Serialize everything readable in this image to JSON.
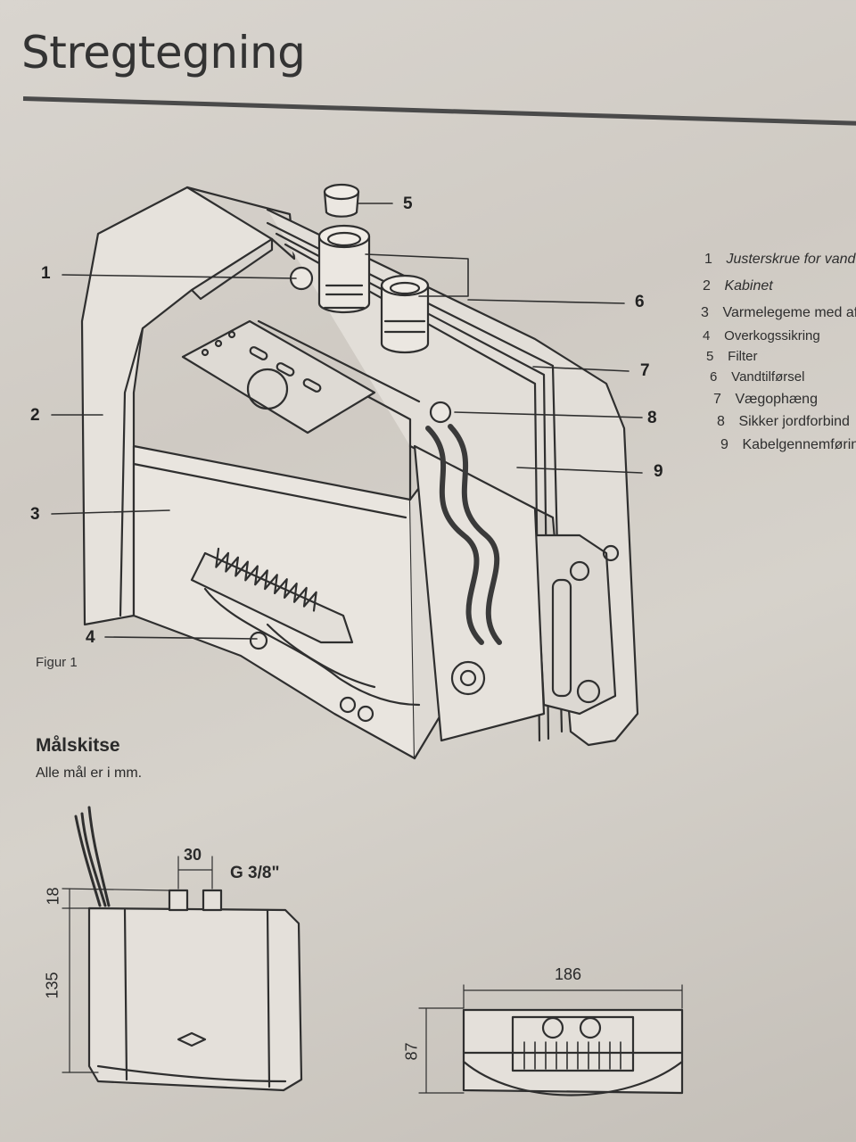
{
  "page": {
    "title": "Stregtegning",
    "figure_caption": "Figur 1"
  },
  "callouts": [
    "1",
    "2",
    "3",
    "4",
    "5",
    "6",
    "7",
    "8",
    "9"
  ],
  "legend": [
    {
      "num": "1",
      "label": "Justerskrue for vandt"
    },
    {
      "num": "2",
      "label": "Kabinet"
    },
    {
      "num": "3",
      "label": "Varmelegeme med af"
    },
    {
      "num": "4",
      "label": "Overkogssikring"
    },
    {
      "num": "5",
      "label": "Filter"
    },
    {
      "num": "6",
      "label": "Vandtilførsel"
    },
    {
      "num": "7",
      "label": "Vægophæng"
    },
    {
      "num": "8",
      "label": "Sikker jordforbind"
    },
    {
      "num": "9",
      "label": "Kabelgennemførin"
    }
  ],
  "sketch": {
    "title": "Målskitse",
    "subtitle": "Alle mål er i mm.",
    "dims": {
      "pipe_spacing": "30",
      "thread": "G 3/8\"",
      "top_offset": "18",
      "height": "135",
      "width": "186",
      "depth": "87"
    }
  }
}
